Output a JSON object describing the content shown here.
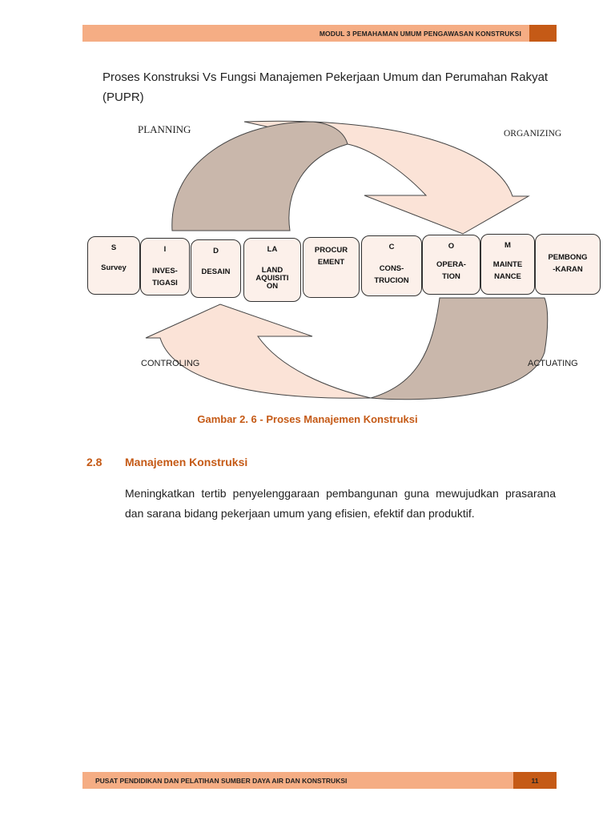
{
  "header": {
    "title": "MODUL 3 PEMAHAMAN UMUM PENGAWASAN KONSTRUKSI"
  },
  "intro": {
    "text": "Proses Konstruksi Vs Fungsi Manajemen Pekerjaan Umum dan Perumahan Rakyat (PUPR)"
  },
  "diagram": {
    "phases": {
      "planning": "PLANNING",
      "organizing": "ORGANIZING",
      "controling": "CONTROLING",
      "actuating": "ACTUATING"
    },
    "steps": [
      {
        "code": "S",
        "name": "Survey"
      },
      {
        "code": "I",
        "name": "INVES-\nTIGASI"
      },
      {
        "code": "D",
        "name": "DESAIN"
      },
      {
        "code": "LA",
        "name": "LAND\nAQUISITI\nON"
      },
      {
        "code": "",
        "name": "PROCUR\nEMENT"
      },
      {
        "code": "C",
        "name": "CONS-\nTRUCION"
      },
      {
        "code": "O",
        "name": "OPERA-\nTION"
      },
      {
        "code": "M",
        "name": "MAINTE\nNANCE"
      },
      {
        "code": "",
        "name": "PEMBONG\n-KARAN"
      }
    ],
    "colors": {
      "dark_arrow": "#c9b7ab",
      "light_arrow": "#fbe3d7",
      "box_fill": "#fcf0ea"
    }
  },
  "caption": "Gambar 2. 6 - Proses Manajemen Konstruksi",
  "section": {
    "number": "2.8",
    "title": "Manajemen Konstruksi",
    "body": "Meningkatkan tertib penyelenggaraan pembangunan guna mewujudkan prasarana dan sarana bidang pekerjaan umum yang efisien, efektif dan produktif."
  },
  "footer": {
    "text": "PUSAT PENDIDIKAN DAN PELATIHAN SUMBER DAYA AIR DAN KONSTRUKSI",
    "page": "11"
  }
}
